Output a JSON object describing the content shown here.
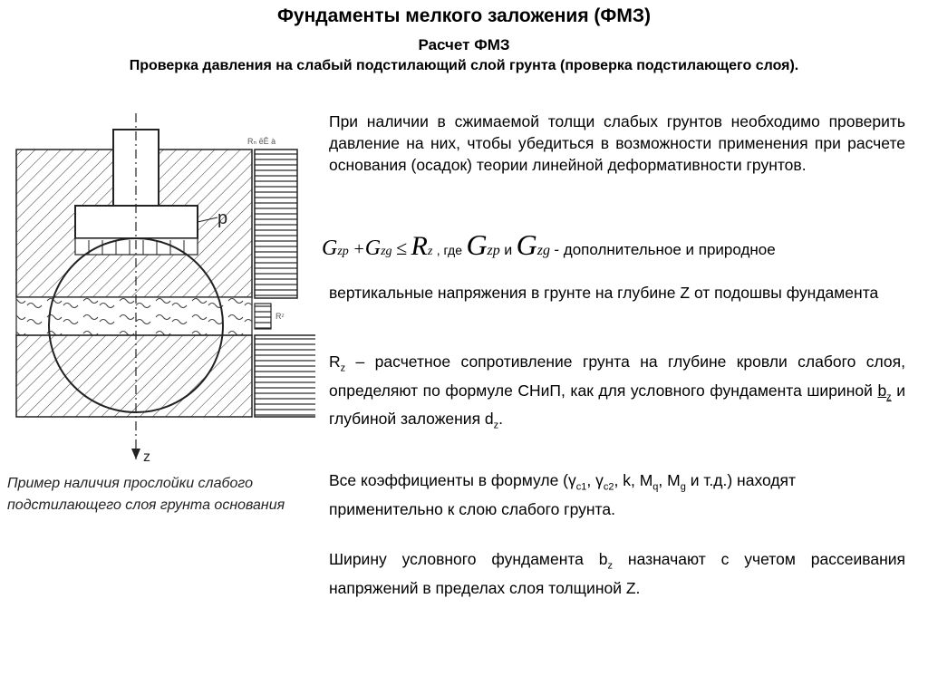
{
  "header": {
    "title": "Фундаменты мелкого заложения (ФМЗ)",
    "subtitle": "Расчет ФМЗ",
    "subtitle2": "Проверка давления на слабый подстилающий слой грунта (проверка подстилающего слоя)."
  },
  "paragraph1": "При наличии в сжимаемой толщи слабых грунтов необходимо проверить давление на них, чтобы убедиться в возможности применения при расчете основания (осадок) теории линейной деформативности грунтов.",
  "formula": {
    "G1": "G",
    "sub1": "zp",
    "plus": "+",
    "G2": "G",
    "sub2": "zg",
    "leq": "≤",
    "R": "R",
    "subR": "z",
    "where": ", где",
    "G3": "G",
    "sub3": "zp",
    "and": "и",
    "G4": "G",
    "sub4": "zg",
    "desc": "- дополнительное и природное"
  },
  "paragraph2": "вертикальные напряжения в грунте на глубине Z от подошвы фундамента",
  "paragraph3": {
    "R": "R",
    "R_sub": "z",
    "text1": " – расчетное сопротивление грунта на глубине кровли слабого слоя, определяют по формуле СНиП, как для условного фундамента шириной ",
    "b": "b",
    "b_sub": "z",
    "text2": " и глубиной заложения ",
    "d": "d",
    "d_sub": "z",
    "text3": "."
  },
  "paragraph4": {
    "text1": "Все коэффициенты в формуле (γ",
    "s1": "c1",
    "text2": ", γ",
    "s2": "c2",
    "text3": ", k, M",
    "s3": "q",
    "text4": ", M",
    "s4": "g",
    "text5": " и т.д.) находят применительно к слою слабого грунта."
  },
  "paragraph5": {
    "text1": "Ширину условного фундамента b",
    "s1": "z",
    "text2": " назначают с учетом рассеивания напряжений в пределах слоя толщиной Z."
  },
  "caption": "Пример наличия прослойки слабого подстилающего слоя грунта основания",
  "diagram": {
    "label_p": "p",
    "label_z": "z",
    "label_r1": "Rₙ ēĒ à",
    "label_r2": "Rᶻ"
  }
}
